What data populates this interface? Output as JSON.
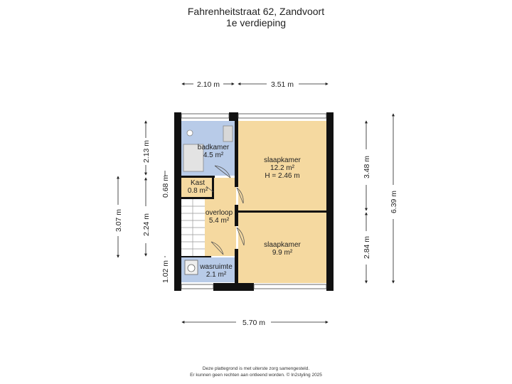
{
  "header": {
    "address": "Fahrenheitstraat 62, Zandvoort",
    "floor": "1e verdieping"
  },
  "rooms": {
    "badkamer": {
      "name": "badkamer",
      "area": "4.5 m²"
    },
    "kast": {
      "name": "Kast",
      "area": "0.8 m²"
    },
    "overloop": {
      "name": "overloop",
      "area": "5.4 m²"
    },
    "wasruimte": {
      "name": "wasruimte",
      "area": "2.1 m²"
    },
    "slaapkamer1": {
      "name": "slaapkamer",
      "area": "12.2 m²",
      "height": "H = 2.46 m"
    },
    "slaapkamer2": {
      "name": "slaapkamer",
      "area": "9.9 m²"
    }
  },
  "dimensions": {
    "top_left": "2.10 m",
    "top_right": "3.51 m",
    "left_outer": "3.07 m",
    "left_a": "2.13 m",
    "left_b": "0.68 m",
    "left_c": "2.24 m",
    "left_d": "1.02 m",
    "right_a": "3.48 m",
    "right_b": "2.84 m",
    "right_outer": "6.39 m",
    "bottom": "5.70 m"
  },
  "colors": {
    "bathroom": "#b8cbe8",
    "hallway": "#f5d9a0",
    "bedroom": "#f5d9a0",
    "storage": "#e8e8e8",
    "wall": "#111111"
  },
  "footer": {
    "line1": "Deze plattegrond is met uiterste zorg samengesteld.",
    "line2": "Er kunnen geen rechten aan ontleend worden. © In2styling 2025"
  }
}
